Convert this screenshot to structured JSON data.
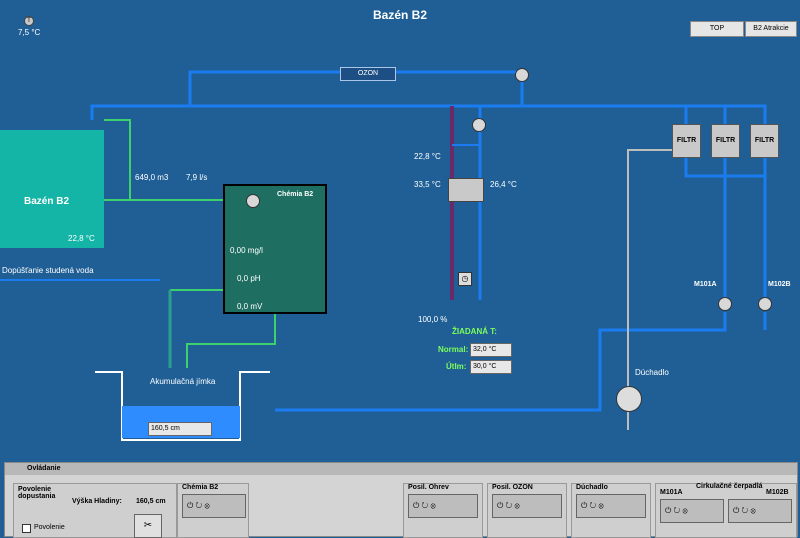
{
  "window": {
    "title": "Bazén B2"
  },
  "top_buttons": [
    {
      "label": "TOP"
    },
    {
      "label": "B2 Atrakcie"
    }
  ],
  "outside_temp": "7,5 °C",
  "ozon_label": "OZON",
  "pool": {
    "name": "Bazén B2",
    "temp": "22,8 °C"
  },
  "flow": {
    "volume": "649,0 m3",
    "rate": "7,9 l/s"
  },
  "chem": {
    "title": "Chémia B2",
    "cl": "0,00 mg/l",
    "ph": "0,0 pH",
    "redox": "0,0 mV"
  },
  "heater": {
    "t1": "22,8 °C",
    "t2": "33,5 °C",
    "t3": "26,4 °C",
    "valve": "100,0 %"
  },
  "cold_water_label": "Dopúšťanie studená voda",
  "sump_label": "Akumulačná jímka",
  "tank_level": "160,5 cm",
  "filters": [
    "FILTR",
    "FILTR",
    "FILTR"
  ],
  "pumps": {
    "a": "M101A",
    "b": "M102B"
  },
  "blower_label": "Dúchadlo",
  "setpoint": {
    "title": "ŽIADANÁ T:",
    "normal_label": "Normal:",
    "normal_val": "32,0 °C",
    "utlm_label": "Útlm:",
    "utlm_val": "30,0 °C"
  },
  "panel": {
    "title": "Ovládanie",
    "permission_title": "Povolenie dopustania",
    "level_label": "Výška Hladiny:",
    "level_value": "160,5 cm",
    "permission_checkbox": "Povolenie",
    "groups": [
      {
        "title": "Chémia B2"
      },
      {
        "title": "Posil. Ohrev"
      },
      {
        "title": "Posil. OZON"
      },
      {
        "title": "Dúchadlo"
      },
      {
        "title": "Cirkulačné čerpadlá"
      }
    ],
    "pump_a": "M101A",
    "pump_b": "M102B"
  }
}
